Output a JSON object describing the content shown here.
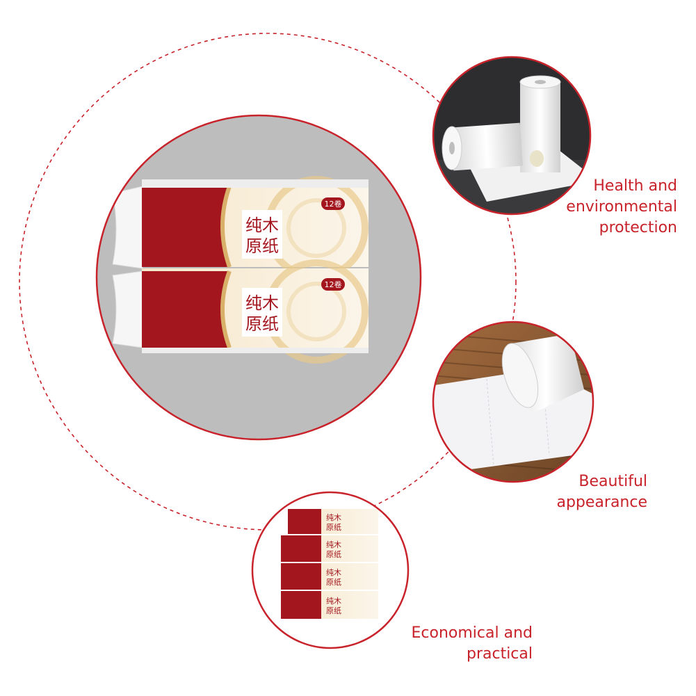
{
  "captions": [
    {
      "lines": [
        "Health and",
        "environmental",
        "protection"
      ]
    },
    {
      "lines": [
        "Beautiful",
        "appearance"
      ]
    },
    {
      "lines": [
        "Economical and",
        "practical"
      ]
    }
  ],
  "package": {
    "brand_line1": "纯木",
    "brand_line2": "原纸",
    "count_badge": "12卷"
  },
  "colors": {
    "accent": "#c8222a",
    "package_red": "#a4161e",
    "gold": "#d9b06a",
    "grey_circle": "#bdbdbd",
    "dark_bg": "#2d2d2f",
    "wood_bg": "#8a5a33"
  }
}
